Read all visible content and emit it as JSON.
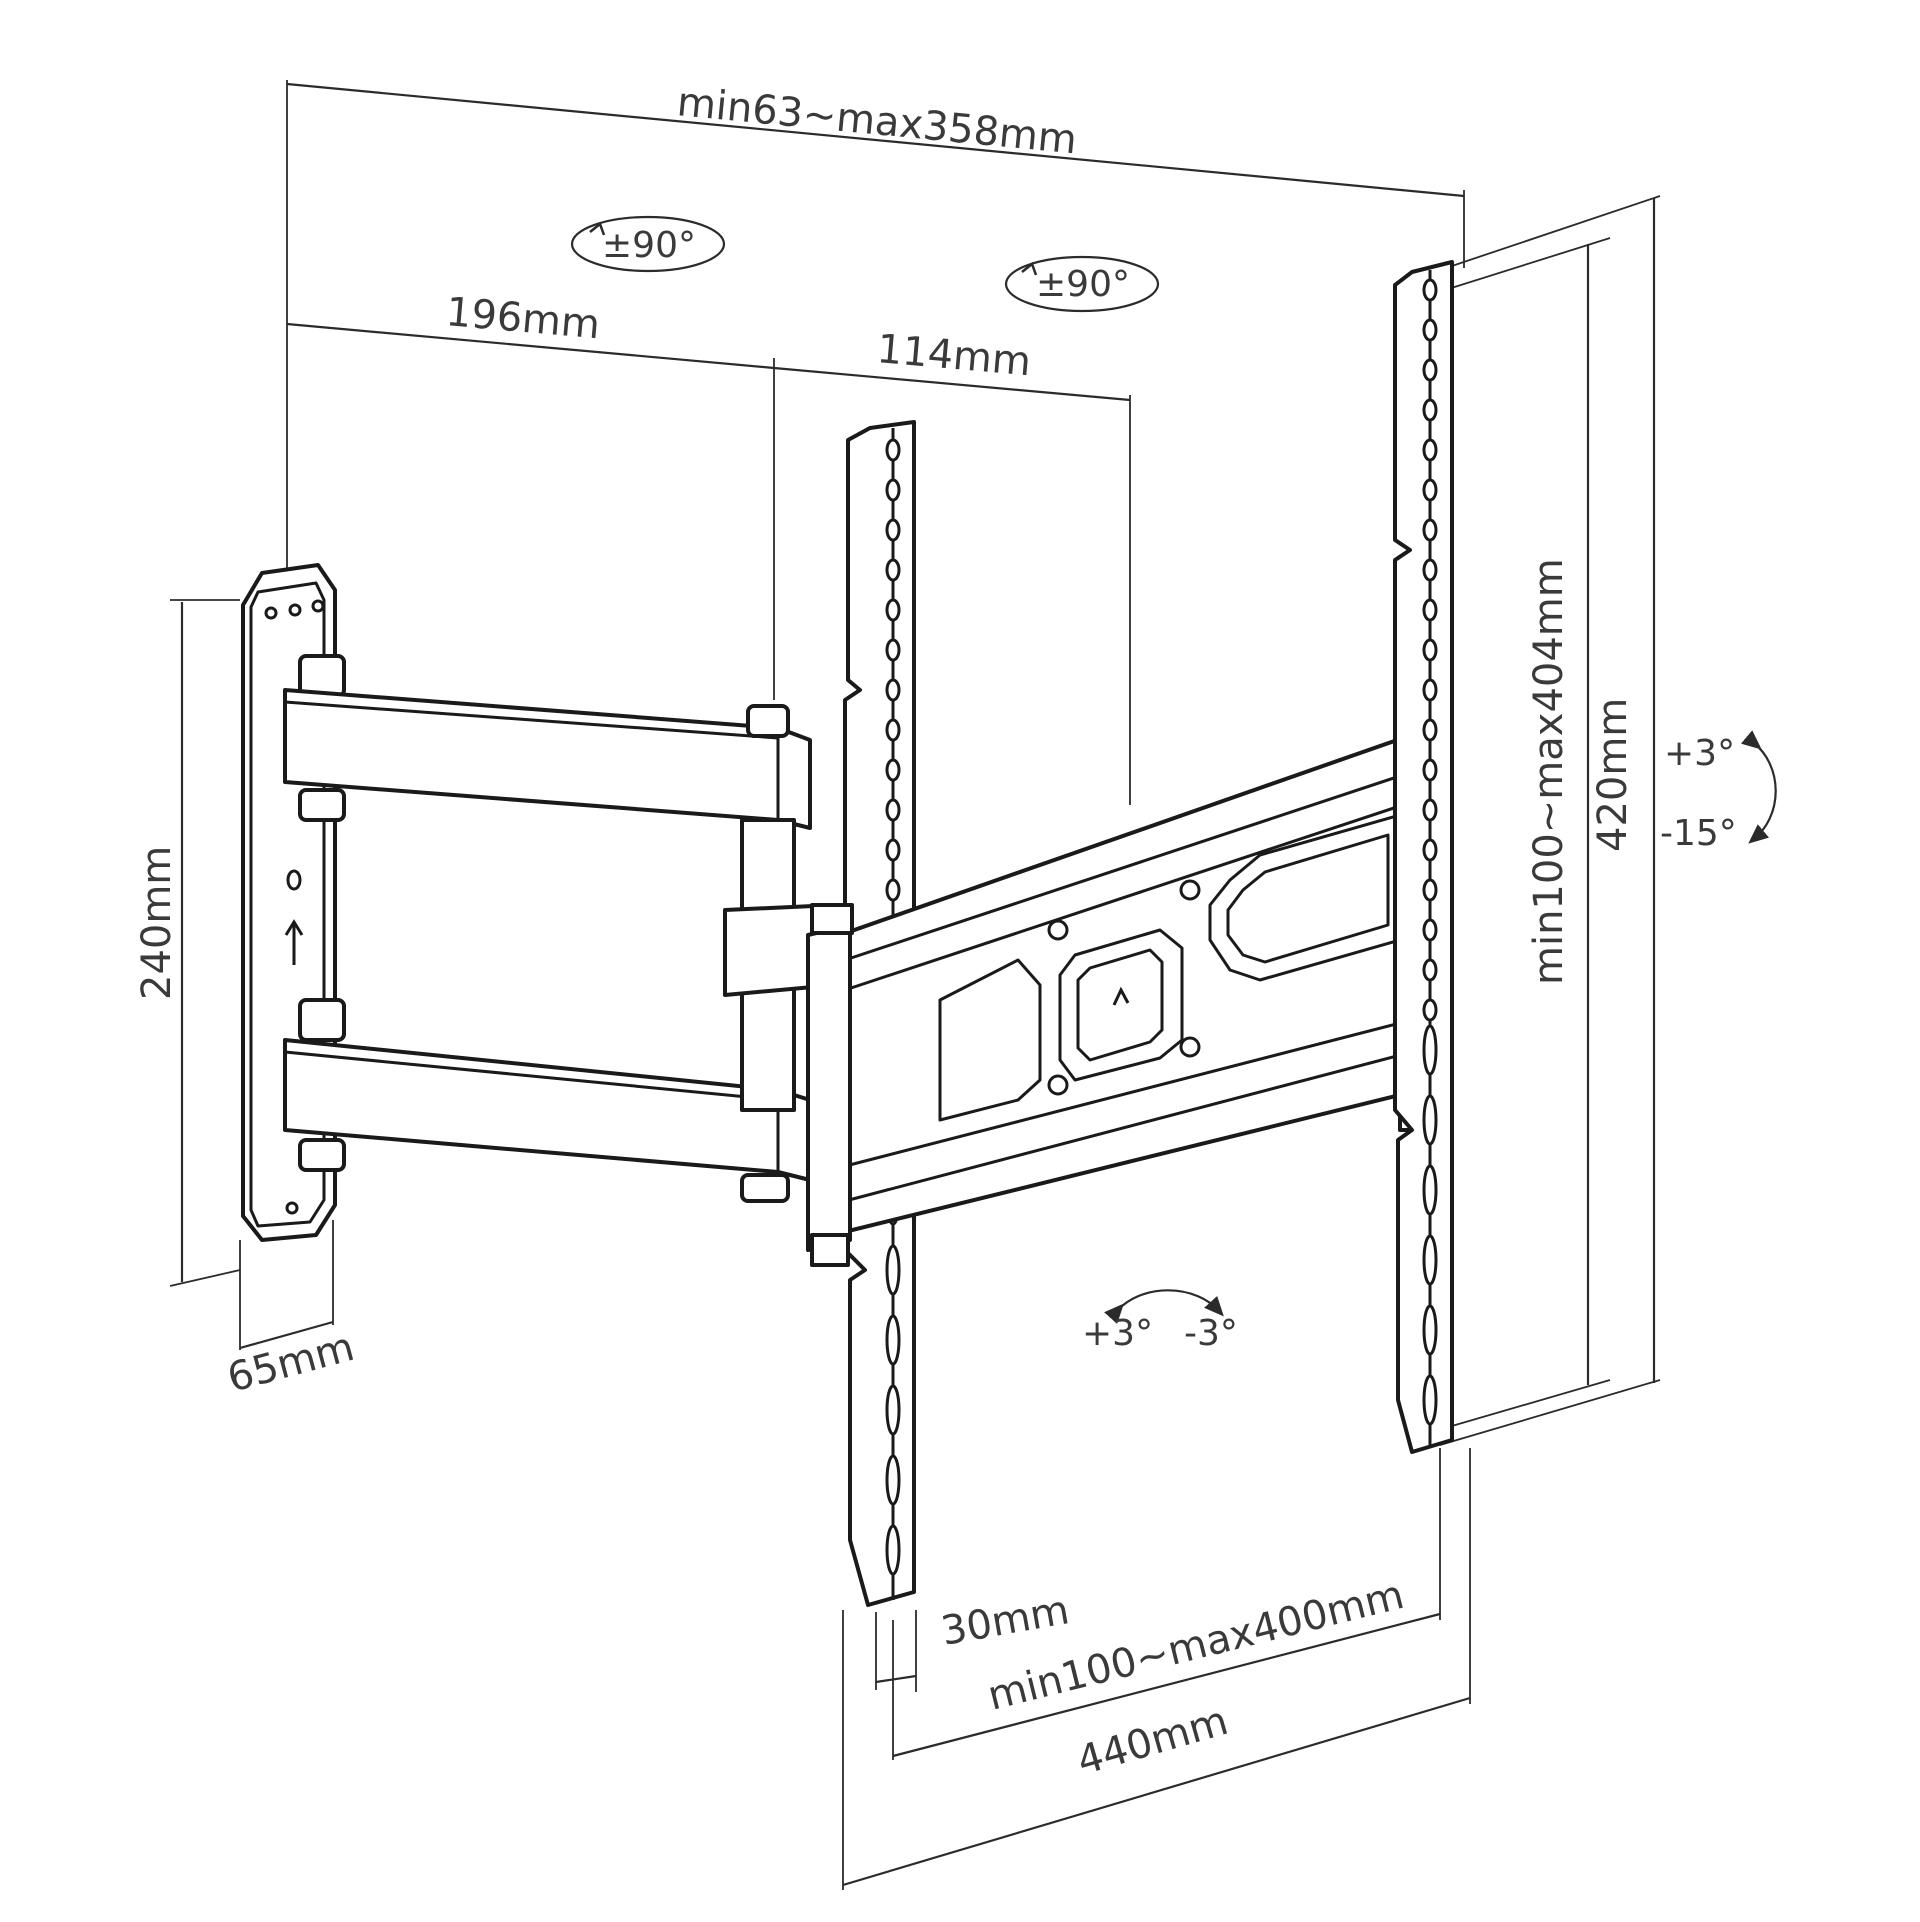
{
  "dimensions": {
    "depth_range": "min63~max358mm",
    "arm_1": "196mm",
    "arm_2": "114mm",
    "wall_plate_height": "240mm",
    "wall_plate_width": "65mm",
    "vesa_vertical": "min100~max404mm",
    "bracket_height": "420mm",
    "bar_width": "30mm",
    "vesa_horizontal": "min100~max400mm",
    "bracket_width": "440mm"
  },
  "angles": {
    "swivel_1": "±90°",
    "swivel_2": "±90°",
    "tilt_up": "+3°",
    "tilt_down": "-15°",
    "level_plus": "+3°",
    "level_minus": "-3°"
  },
  "icons": [
    "up-arrow-icon",
    "rotation-arrow-icon"
  ]
}
